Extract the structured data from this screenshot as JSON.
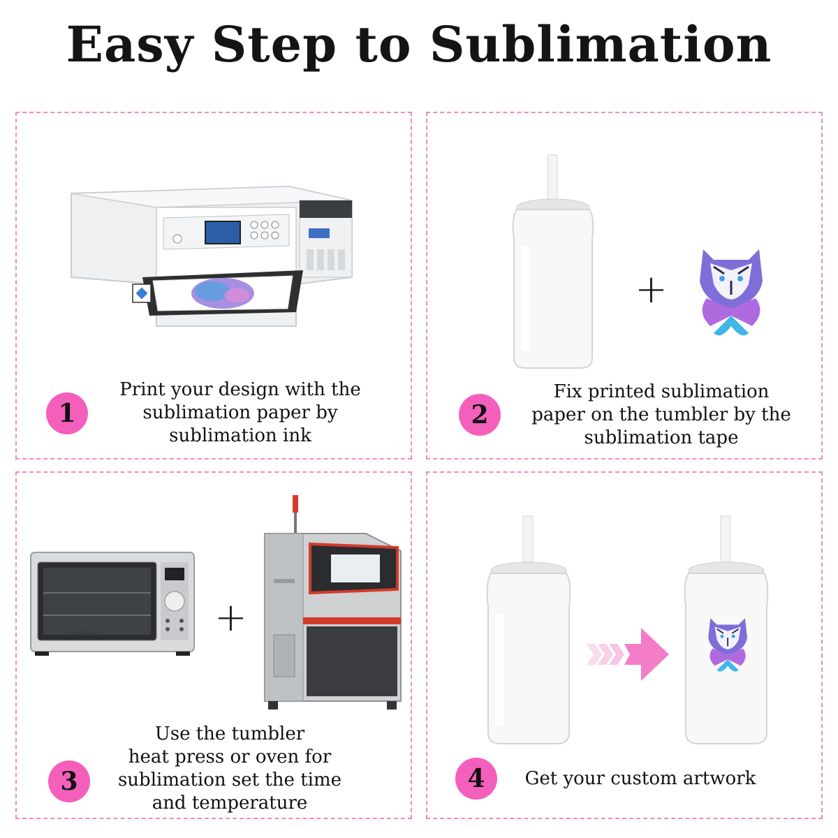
{
  "title": "Easy Step to Sublimation",
  "steps": [
    {
      "number": "1",
      "lines": [
        "Print your design with the",
        "sublimation paper by",
        "sublimation ink"
      ]
    },
    {
      "number": "2",
      "lines": [
        "Fix printed sublimation",
        "paper on the tumbler by the",
        "sublimation tape"
      ]
    },
    {
      "number": "3",
      "lines": [
        "Use the tumbler",
        "heat press or oven for",
        "sublimation set the time",
        "and temperature"
      ]
    },
    {
      "number": "4",
      "lines": [
        "Get your custom artwork"
      ]
    }
  ],
  "plus_sign": "+",
  "oven_brand": "COSORI",
  "colors": {
    "accent_pink": "#f45fbc",
    "border_pink": "#f08bbd",
    "arrow_pink": "#f37dc6"
  },
  "icons": [
    "printer-icon",
    "tumbler-icon",
    "tiger-design-icon",
    "toaster-oven-icon",
    "heat-press-machine-icon",
    "arrow-right-icon"
  ]
}
